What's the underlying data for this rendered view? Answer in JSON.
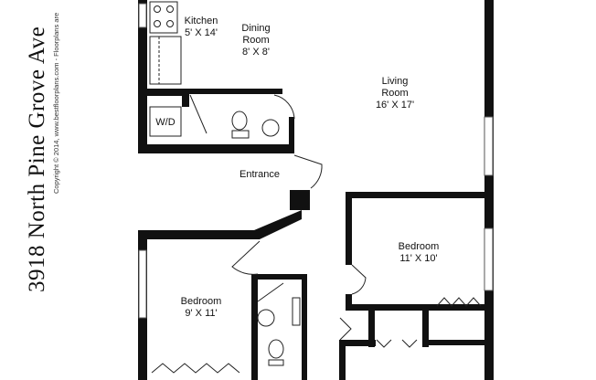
{
  "header": {
    "address": "3918 North Pine Grove Ave",
    "copyright": "Copyright © 2014, www.bestfloorplans.com - Floorplans are"
  },
  "rooms": {
    "kitchen": {
      "name": "Kitchen",
      "size": "5' X 14'"
    },
    "dining": {
      "name": "Dining",
      "name2": "Room",
      "size": "8' X 8'"
    },
    "living": {
      "name": "Living",
      "name2": "Room",
      "size": "16' X 17'"
    },
    "entrance": {
      "name": "Entrance"
    },
    "laundry": {
      "name": "W/D"
    },
    "bedroom1": {
      "name": "Bedroom",
      "size": "11' X 10'"
    },
    "bedroom2": {
      "name": "Bedroom",
      "size": "9' X 11'"
    }
  }
}
